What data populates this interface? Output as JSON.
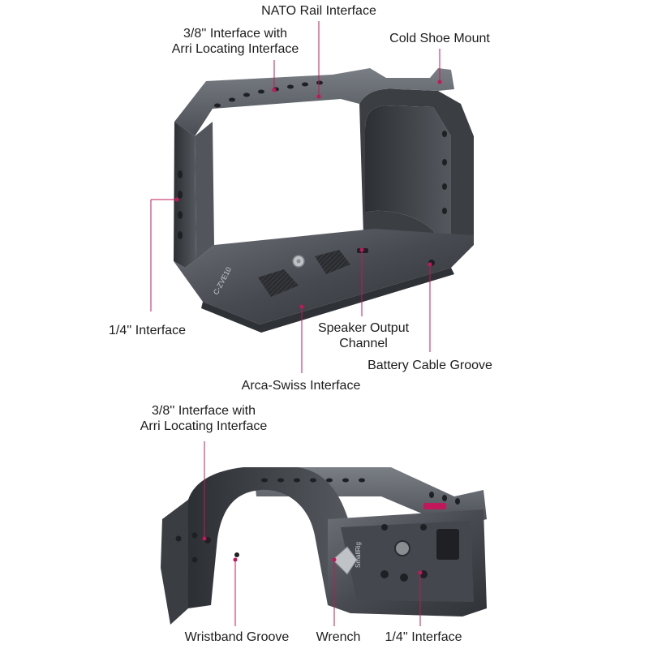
{
  "colors": {
    "leader": "#c2185b",
    "cage_dark": "#3a3d42",
    "cage_mid": "#55595f",
    "cage_light": "#6c7077",
    "background": "#ffffff",
    "text": "#1c1c1c"
  },
  "top_view": {
    "engraving": "C-ZVE10",
    "labels": {
      "nato": "NATO Rail Interface",
      "arri_top_1": "3/8'' Interface with",
      "arri_top_2": "Arri Locating Interface",
      "cold_shoe": "Cold Shoe Mount",
      "quarter_left": "1/4'' Interface",
      "speaker_1": "Speaker Output",
      "speaker_2": "Channel",
      "battery": "Battery Cable Groove",
      "arca": "Arca-Swiss Interface"
    }
  },
  "bottom_view": {
    "engraving": "SmallRig",
    "labels": {
      "arri_bottom_1": "3/8'' Interface with",
      "arri_bottom_2": "Arri Locating Interface",
      "wristband": "Wristband Groove",
      "wrench": "Wrench",
      "quarter_bottom": "1/4'' Interface"
    }
  }
}
